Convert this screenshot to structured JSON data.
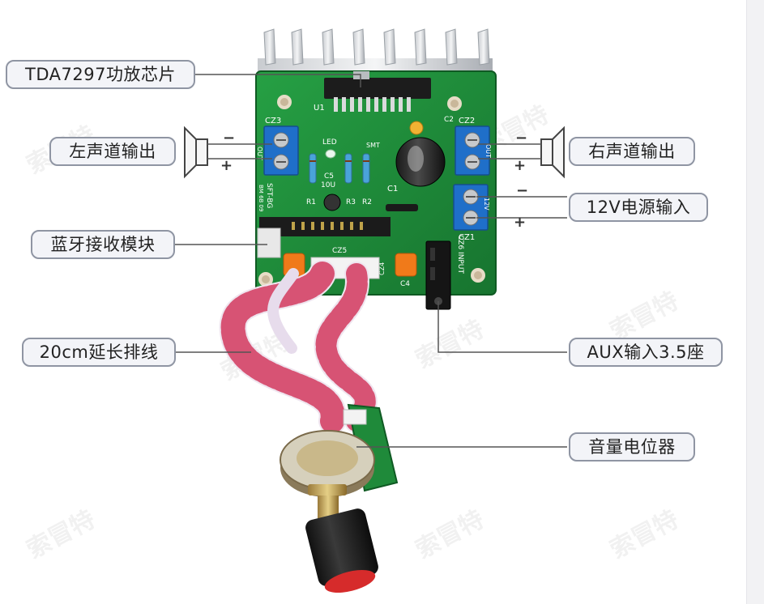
{
  "callouts": {
    "chip": "TDA7297功放芯片",
    "left_out": "左声道输出",
    "bluetooth": "蓝牙接收模块",
    "cable": "20cm延长排线",
    "right_out": "右声道输出",
    "power": "12V电源输入",
    "aux": "AUX输入3.5座",
    "pot": "音量电位器"
  },
  "signs": {
    "minus": "−",
    "plus": "+"
  },
  "pcb_labels": {
    "u1": "U1",
    "cz3": "CZ3",
    "cz2": "CZ2",
    "cz1": "CZ1",
    "cz5": "CZ5",
    "cz4": "CZ4",
    "cz6": "CZ6 INPUT",
    "led": "LED",
    "c5": "C5",
    "c5_val": "10U",
    "r1": "R1",
    "r2": "R2",
    "r3": "R3",
    "c1": "C1",
    "c2": "C2",
    "c4": "C4",
    "out_l": "OUT",
    "out_r": "OUT",
    "v12": "12V",
    "smt": "SMT",
    "model": "SFT-BG",
    "board_no": "BM 6B 09"
  },
  "watermark": "索冒特",
  "colors": {
    "pcb": "#1f8a3a",
    "terminal": "#1f6fc9",
    "callout_border": "#8f95a3",
    "callout_bg": "#f3f4f8",
    "cable_stripe": "#d23a5e",
    "leader": "#555555"
  }
}
